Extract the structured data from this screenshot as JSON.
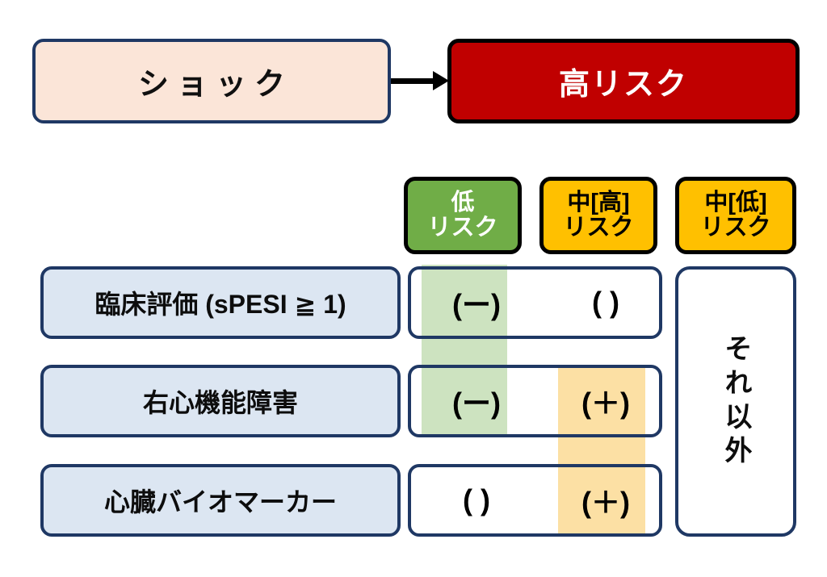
{
  "flow": {
    "source": {
      "label": "ショック"
    },
    "arrow": {
      "icon": "arrow-right-icon"
    },
    "target": {
      "label": "高リスク"
    }
  },
  "columns": [
    {
      "key": "low",
      "line1": "低",
      "line2": "リスク",
      "color": "#70AD47",
      "text_color": "#FFFFFF"
    },
    {
      "key": "mid_high",
      "line1": "中[高]",
      "line2": "リスク",
      "color": "#FFC000",
      "text_color": "#000000"
    },
    {
      "key": "mid_low",
      "line1": "中[低]",
      "line2": "リスク",
      "color": "#FFC000",
      "text_color": "#000000"
    }
  ],
  "rows": [
    {
      "label": "臨床評価 (sPESI ≧ 1)",
      "low": "(ー)",
      "mid_high": "(  )"
    },
    {
      "label": "右心機能障害",
      "low": "(ー)",
      "mid_high": "(＋)"
    },
    {
      "label": "心臓バイオマーカー",
      "low": "(  )",
      "mid_high": "(＋)"
    }
  ],
  "otherwise": {
    "label": "それ以外"
  },
  "colors": {
    "shock_fill": "#FBE5D8",
    "high_risk_fill": "#C00000",
    "navy_border": "#1F3864",
    "row_fill": "#DCE6F2",
    "green_band": "#CDE3C0",
    "amber_band": "#FCE0A4"
  }
}
